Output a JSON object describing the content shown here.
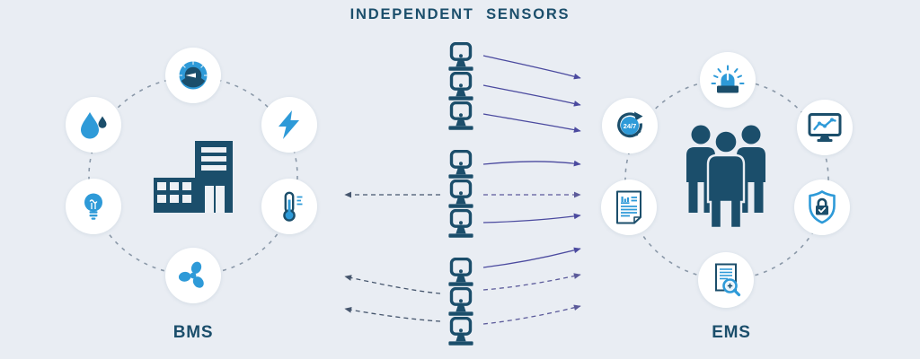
{
  "title": "INDEPENDENT SENSORS",
  "bms": {
    "label": "BMS",
    "center_icon": "building-icon",
    "nodes": [
      {
        "id": "gauge",
        "icon": "gauge-icon"
      },
      {
        "id": "water",
        "icon": "water-drops-icon"
      },
      {
        "id": "electricity",
        "icon": "lightning-icon"
      },
      {
        "id": "lighting",
        "icon": "light-bulb-icon"
      },
      {
        "id": "temperature",
        "icon": "thermometer-icon"
      },
      {
        "id": "ventilation",
        "icon": "fan-icon"
      }
    ]
  },
  "sensors": {
    "count": 9,
    "groups": 3,
    "per_group": 3,
    "icon": "sensor-device-icon"
  },
  "ems": {
    "label": "EMS",
    "center_icon": "people-icon",
    "clock_badge": "24/7",
    "nodes": [
      {
        "id": "availability",
        "icon": "clock-24-7-icon"
      },
      {
        "id": "alarm",
        "icon": "alarm-beacon-icon"
      },
      {
        "id": "monitoring",
        "icon": "monitor-chart-icon"
      },
      {
        "id": "report",
        "icon": "report-document-icon"
      },
      {
        "id": "security",
        "icon": "shield-lock-icon"
      },
      {
        "id": "audit",
        "icon": "document-search-icon"
      }
    ]
  },
  "colors": {
    "background": "#e9edf3",
    "navy": "#1b4e6b",
    "blue": "#2e9ad8",
    "arrow_solid": "#4b4a9f",
    "arrow_dashed_right": "#5b5a9a",
    "arrow_dashed_left": "#46566d",
    "dashed_ring": "#8a98a8"
  }
}
